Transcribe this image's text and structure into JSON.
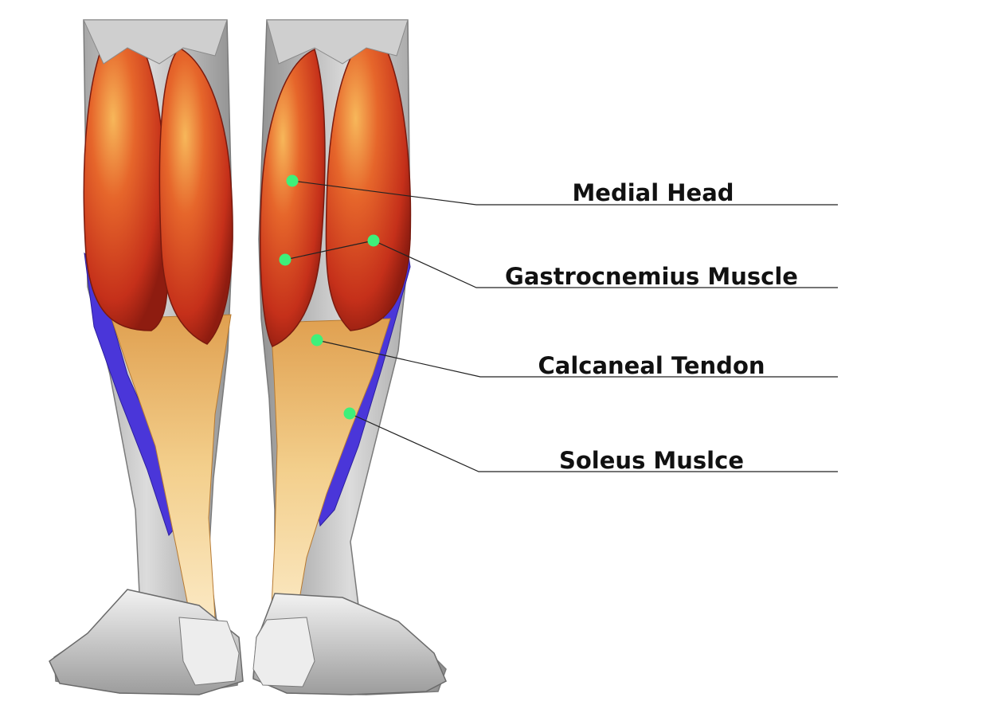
{
  "labels": [
    {
      "text": "Medial Head"
    },
    {
      "text": "Gastrocnemius Muscle"
    },
    {
      "text": "Calcaneal Tendon"
    },
    {
      "text": "Soleus Muslce"
    }
  ],
  "colors": {
    "background": "#ffffff",
    "gastrocnemius": "#c8311a",
    "gastrocnemius_highlight": "#f2a24a",
    "tendon": "#e9b064",
    "soleus": "#4a36d9",
    "skin_gray": "#b9b9b9",
    "marker": "#3ef07a",
    "leader_line": "#222222"
  }
}
